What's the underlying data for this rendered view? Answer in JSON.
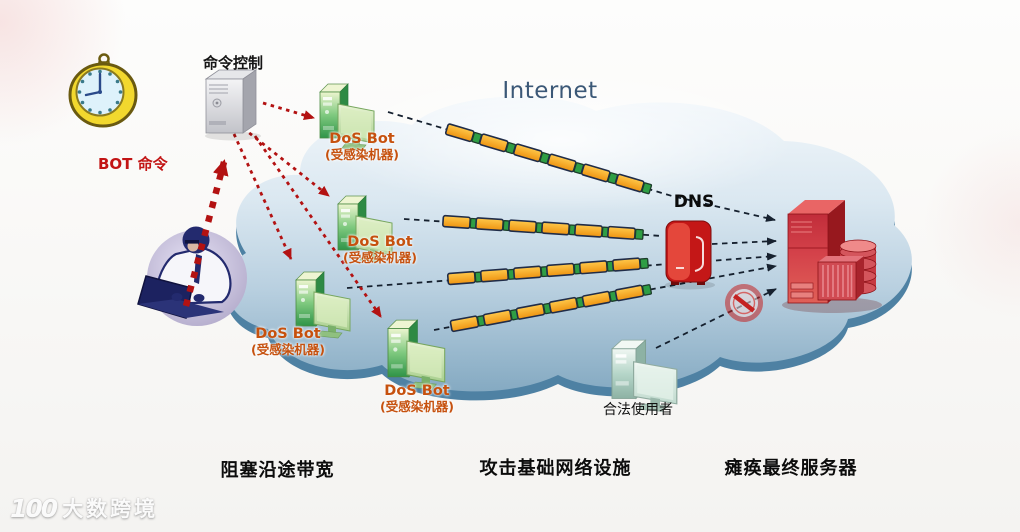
{
  "scene": {
    "attacker": {
      "bot_command_label": "BOT 命令"
    },
    "command_server": {
      "label": "命令控制"
    },
    "cloud": {
      "label": "Internet"
    },
    "bots": [
      {
        "name": "DoS Bot",
        "sub": "(受感染机器)"
      },
      {
        "name": "DoS Bot",
        "sub": "(受感染机器)"
      },
      {
        "name": "DoS Bot",
        "sub": "(受感染机器)"
      },
      {
        "name": "DoS Bot",
        "sub": "(受感染机器)"
      }
    ],
    "dns": {
      "label": "DNS"
    },
    "legit_user": {
      "label": "合法使用者"
    },
    "captions": [
      {
        "label": "阻塞沿途带宽"
      },
      {
        "label": "攻击基础网络设施"
      },
      {
        "label": "瘫痪最终服务器"
      }
    ],
    "watermark": {
      "logo": "100",
      "text": "大数跨境"
    },
    "colors": {
      "packet_orange": "#f5a01e",
      "packet_green": "#2f9e44",
      "bot_label_orange": "#c6510e",
      "alert_red": "#c42222",
      "arrow_red": "#b31212",
      "cloud_blue": "#86abc2",
      "internet_text": "#3b5877"
    }
  }
}
